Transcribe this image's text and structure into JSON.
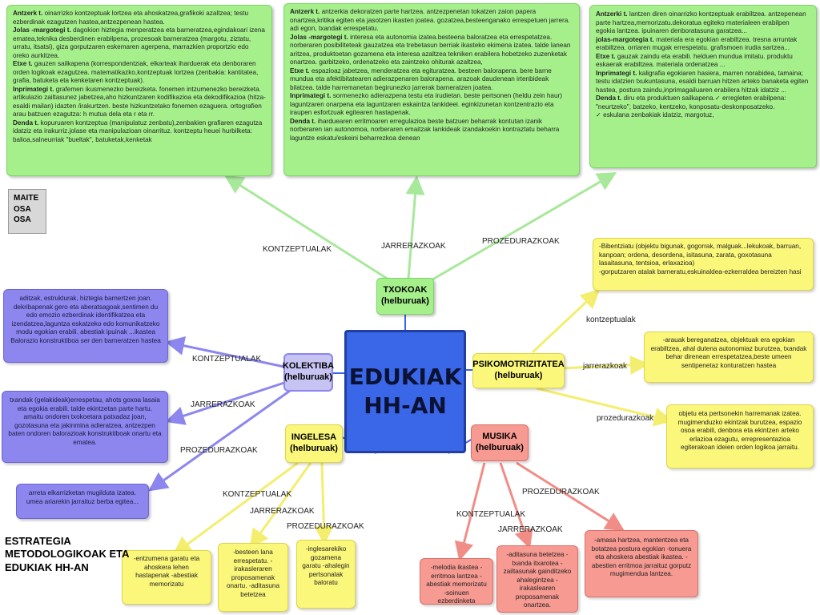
{
  "center": {
    "line1": "EDUKIAK",
    "line2": "HH-AN"
  },
  "maite": {
    "line1": "MAITE",
    "line2": "OSA",
    "line3": "OSA"
  },
  "strategy_label": "ESTRATEGIA METODOLOGIKOAK ETA EDUKIAK HH-AN",
  "hubs": {
    "txokoak": {
      "title": "TXOKOAK",
      "sub": "(helburuak)"
    },
    "kolektiba": {
      "title": "KOLEKTIBA",
      "sub": "(helburuak)"
    },
    "psiko": {
      "title": "PSIKOMOTRIZITATEA",
      "sub": "(helburuak)"
    },
    "ingelesa": {
      "title": "INGELESA",
      "sub": "(helburuak)"
    },
    "musika": {
      "title": "MUSIKA",
      "sub": "(helburuak)"
    }
  },
  "edge_labels": {
    "top_k": "KONTZEPTUALAK",
    "top_j": "JARRERAZKOAK",
    "top_p": "PROZEDURAZKOAK",
    "kol_k": "KONTZEPTUALAK",
    "kol_j": "JARRERAZKOAK",
    "kol_p": "PROZEDURAZKOAK",
    "psi_k": "kontzeptualak",
    "psi_j": "jarrerazkoak",
    "psi_p": "prozedurazkoak",
    "ing_k": "KONTZEPTUALAK",
    "ing_j": "JARRERAZKOAK",
    "ing_p": "PROZEDURAZKOAK",
    "mus_k": "KONTZEPTUALAK",
    "mus_j": "JARRERAZKOAK",
    "mus_p": "PROZEDURAZKOAK"
  },
  "green_left": [
    {
      "h": "Antzerk t.",
      "t": "oinarrizko kontzeptuak lortzea eta ahoskatzea,grafikoki azaltzea; testu ezberdinak ezagutzen hastea,antzezpenean hastea."
    },
    {
      "h": "Jolas -margotegi t.",
      "t": "dagokion hiztegia menperatzea eta barneratzea,egindakoari izena ematea,teknika desberdinen erabilpena, prozesoak barneratzea (margotu, ziztatu, urratu, itsatsi), giza gorputzaren eskemaren agerpena, marrazkien proportzio edo oreko aurkitzea."
    },
    {
      "h": "Etxe t.",
      "t": "gauzen sailkapena (korrespondentziak, elkarteak iharduerak eta denboraren orden logikoak ezagutzea. matematikazko,kontzeptuak lortzea (zenbakia: kantitatea, grafia, batuketa eta kenketaren kontzeptuak)."
    },
    {
      "h": "Inprimategi t.",
      "t": "grafemen ikusmenezko bereizketa. fonemen intzumenezko bereizketa. artikulazio zailtasunez jabetzea,aho hizkuntzaren kodifikazioa eta dekodifikazioa (hitza- esaldi mailan) idazten /irakurtzen. beste hizkuntzetako fonemen ezaguera. ortografien arau batzuen ezagutza: h mutua dela eta r eta rr."
    },
    {
      "h": "Denda t.",
      "t": "kopuruaren kontzeptua (manipulatuz zenbatu),zenbakien grafiaren ezagutza idatziz eta irakurriz.jolase eta manipulazioan oinarrituz. kontzeptu heuei hurbilketa: balioa,salneurriak \"bueltak\", batuketak,kenketak"
    }
  ],
  "green_mid": [
    {
      "h": "Antzerk t.",
      "t": "antzerkia dekoratzen parte hartzea. antzezpenetan tokatzen zaion papera onartzea,kritika egiten eta jasotzen ikasten joatea. gozatzea,besteenganako errespetuen jarrera. adi egon, txandak errespetatu."
    },
    {
      "h": "Jolas -margotegi t.",
      "t": "interesa eta autonomia izatea.besteena baloratzea eta errespetatzea. norberaren posibiliteteak gauzatzea eta trebetasun berriak ikasteko ekimena izatea. talde lanean aritzea, produktoetan gozamena eta interesa azaltzea tekniken erabilera hobetzeko zuzenketak onartzea. garbitzeko, ordenatzeko eta zaintzeko ohiturak azaltzea,"
    },
    {
      "h": "Etxe t.",
      "t": "espazioaz jabetzea, menderatzea eta egituratzea. besteen balorapena. bere barne mundua eta afektibitatearen adierazpenaren balorapena. arazoak daudenean irtenbideak bilatzea. talde harremanetan begirunezko jarrerak barneratzen joatea."
    },
    {
      "h": "Inprimategi t.",
      "t": "sormenezko adierazpena testu eta irudietan. beste pertsonen (heldu zein haur) laguntzaren onarpena eta laguntzaren eskaintza lankideei. eginkizunetan kontzentrazio eta iraupen esfortzuak egitearen hastapenak."
    },
    {
      "h": "Denda t.",
      "t": "iharduearen erritmoaren erregulazioa beste batzuen beharrak kontutan izanik norberaren ian autonomoa, norberaren emaitzak lankideak izandakoekin kontraztatu beharra laguntze eskatu/eskeini beharrezkoa denean"
    }
  ],
  "green_right": [
    {
      "h": "Antzerki t.",
      "t": "lantzen diren oinarrizko kontzeptuak erabiltzea. antzepenean parte hartzea,memorizatu.dekoratua egiteko materialeen erabilpen egokia lantzea. ipuinaren denboratasuna garatzea..."
    },
    {
      "h": "jolas-margotegia t.",
      "t": "materiala era egokian erabiltzea. tresna arruntak erabiltzea. orriaren mugak errespetatu. grafismoen irudia sartzea..."
    },
    {
      "h": "Etxe t.",
      "t": "gauzak zaindu eta erabili. helduen mundua imitatu. produktu eskaerak erabiltzea. materiala ordenatzea ..."
    },
    {
      "h": "Inprimategi t.",
      "t": "kaligrafia egokiaren hasiera, marren norabidea, tamaina; testu idatzien txukuntasuna, esaldi barruan hitzen arteko banaketa egiten hastea, postura zaindu,inprimagailuaren erabilera hitzak idatziz ..."
    },
    {
      "h": "Denda t.",
      "t": "diru eta produktuen sailkapena.✓ erregleten erabilpena: \"neurtzeko\", batzeko, kentzeko, konposatu-deskonposatzeko."
    },
    {
      "h": "",
      "t": "✓ eskulana zenbakiak idatziz, margotuz,"
    }
  ],
  "blue_boxes": {
    "b1": "aditzak, estrukturak, hiztegia barnertzen joan. dekribapenak gero eta aberatsagoak,sentimen du edo emozio ezberdinak identifikatzea eta izendatzea,laguntza eskatzeko edo komunikatzeko modu egokian erabili. abestiak ipuinak ...ikastea Balorazio konstruktiboa ser den barneratzen hastea",
    "b2": "txandak (gelakideak)errespetau, ahots goxoa lasaia eta egokia erabili. talde ekintzetan parte hartu. amaitu ondoren txokoetara patxadaz joan, gozotasuna eta jakinmina adieratzea, antzezpen baten ondoren balorazioak konstruktiboak onartu eta ematea.",
    "b3": "arreta elkarrizketan mugilduta izatea. umea ariarekin jarraituz berba egitea..."
  },
  "yellow_psi": {
    "k": "-Bibentziatu (objektu bigunak, gogorrak, malguak...lekukoak, barruan, kanpoan; ordena, desordena, isitasuna, zarata, goxotasuna lasaitasuna, tentsioa, erlaxazioa)\n-gorputzaren atalak barneratu,eskuinaldea-ezkerraldea bereizten hasi",
    "j": "-arauak bereganatzea, objektuak era egokian erabiltzea, ahal dutena autonomiaz burutzea, txandak behar direnean errespetatzea,beste umeen sentipenetaz konturatzen hastea",
    "p": "objetu eta pertsonekin harremanak izatea. mugimenduzko ekintzak burutzea, espazio osoa erabili, denbora eta ekintzen arteko erlazioa ezagutu, errepresentazioa egiterakoan ideien orden logikoa jarraitu."
  },
  "yellow_ing": {
    "k": "-entzumena garatu eta ahoskera lehen hastapenak -abestiak memorizatu",
    "j": "-besteen lana errespetatu. -irakasleraren proposamenak onartu. -aditasuna betetzea",
    "p": "-inglesarekiko gozamena garatu -ahalegin pertsonalak baloratu"
  },
  "red_mus": {
    "k": "-melodia ikastea -erritmoa lantzea -abestiak memorizatu -soinuen ezberdinketa",
    "j": "-aditasuna betetzea -txanda itxarotea -zailtasunak gainditzeko ahalegintzea -irakaslearen proposamenak onartzea.",
    "p": "-amasa hartzea, mantentzea eta botatzea postura egokian -tonuera eta ahoskera abestiak ikastea. -abestien erritmoa jarraituz gorputz mugimendua lantzea."
  }
}
